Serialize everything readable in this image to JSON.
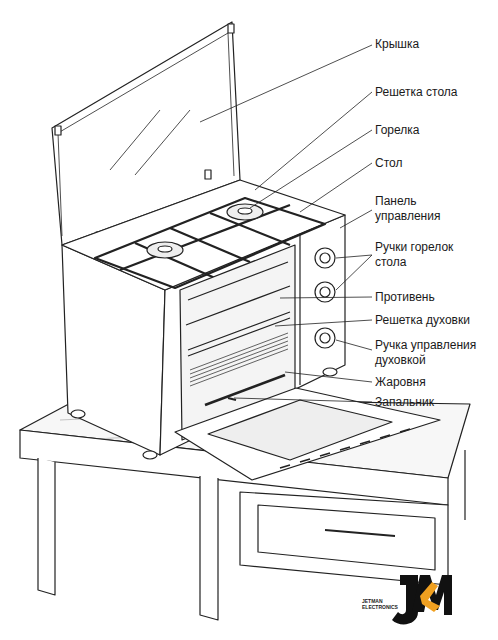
{
  "diagram": {
    "labels": [
      "Крышка",
      "Решетка стола",
      "Горелка",
      "Стол",
      "Панель управления",
      "Ручки горелок стола",
      "Противень",
      "Решетка духовки",
      "Ручка управления духовкой",
      "Жаровня",
      "Запальник",
      "JETMAN ELECTRONICS"
    ]
  }
}
